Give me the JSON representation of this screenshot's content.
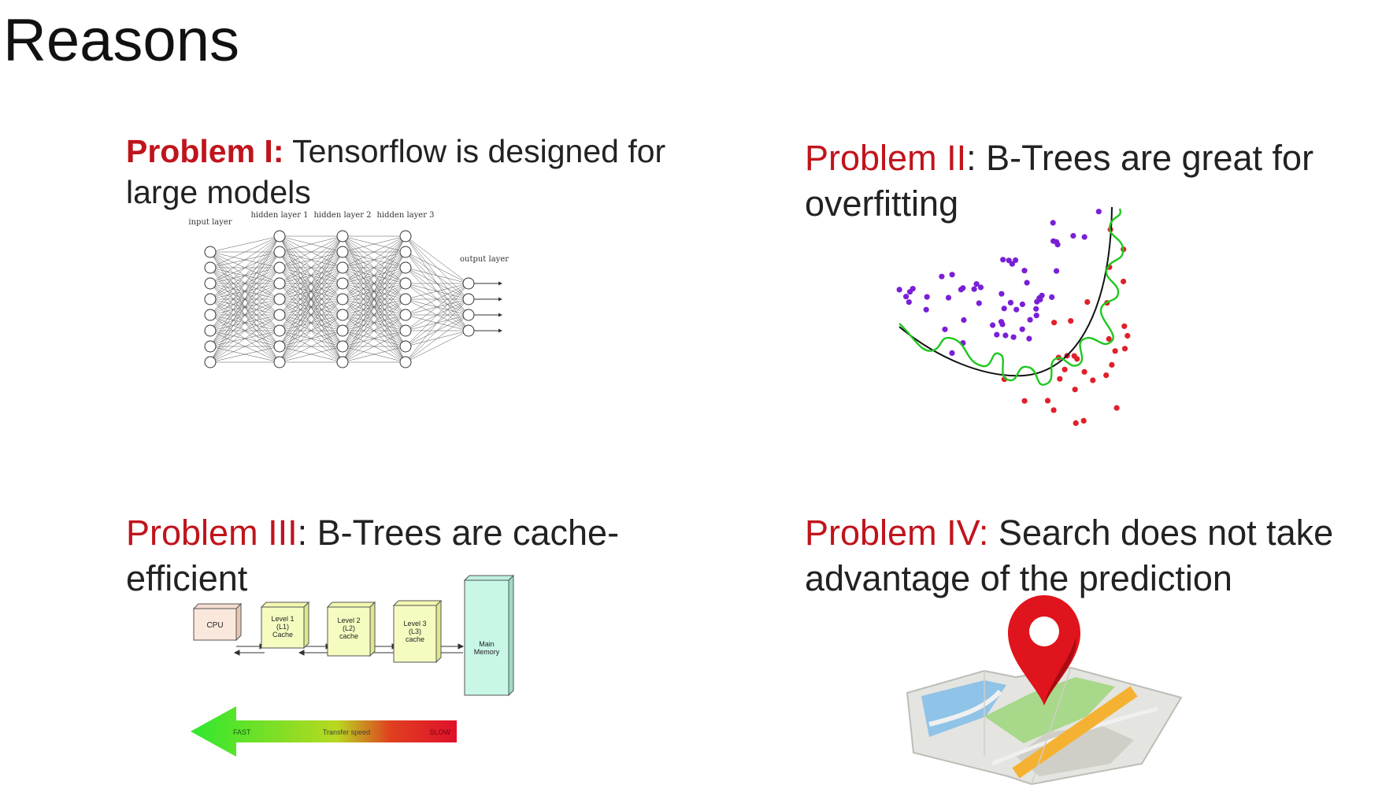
{
  "slide": {
    "title": "Reasons"
  },
  "problems": [
    {
      "label": "Problem I:",
      "text": "Tensorflow is designed for large models"
    },
    {
      "label": "Problem II",
      "text": ": B-Trees are great for overfitting"
    },
    {
      "label": "Problem III",
      "text": ": B-Trees are cache-efficient"
    },
    {
      "label": "Problem IV:",
      "text": " Search does not take advantage of the prediction"
    }
  ],
  "nn_diagram": {
    "layers": [
      {
        "label": "input layer",
        "nodes": 8
      },
      {
        "label": "hidden layer 1",
        "nodes": 9
      },
      {
        "label": "hidden layer 2",
        "nodes": 9
      },
      {
        "label": "hidden layer 3",
        "nodes": 9
      },
      {
        "label": "output layer",
        "nodes": 4
      }
    ]
  },
  "cache_diagram": {
    "boxes": [
      {
        "label": "CPU"
      },
      {
        "label": "Level 1 (L1) Cache"
      },
      {
        "label": "Level 2 (L2) cache"
      },
      {
        "label": "Level 3 (L3) cache"
      },
      {
        "label": "Main Memory"
      }
    ],
    "arrow": {
      "left": "FAST",
      "mid": "Transfer speed",
      "right": "SLOW"
    }
  },
  "colors": {
    "accent": "#c0141c",
    "class_a": "#7a1fd6",
    "class_b": "#e0202a",
    "overfit_curve": "#1ec81e",
    "pin": "#e0141c"
  }
}
